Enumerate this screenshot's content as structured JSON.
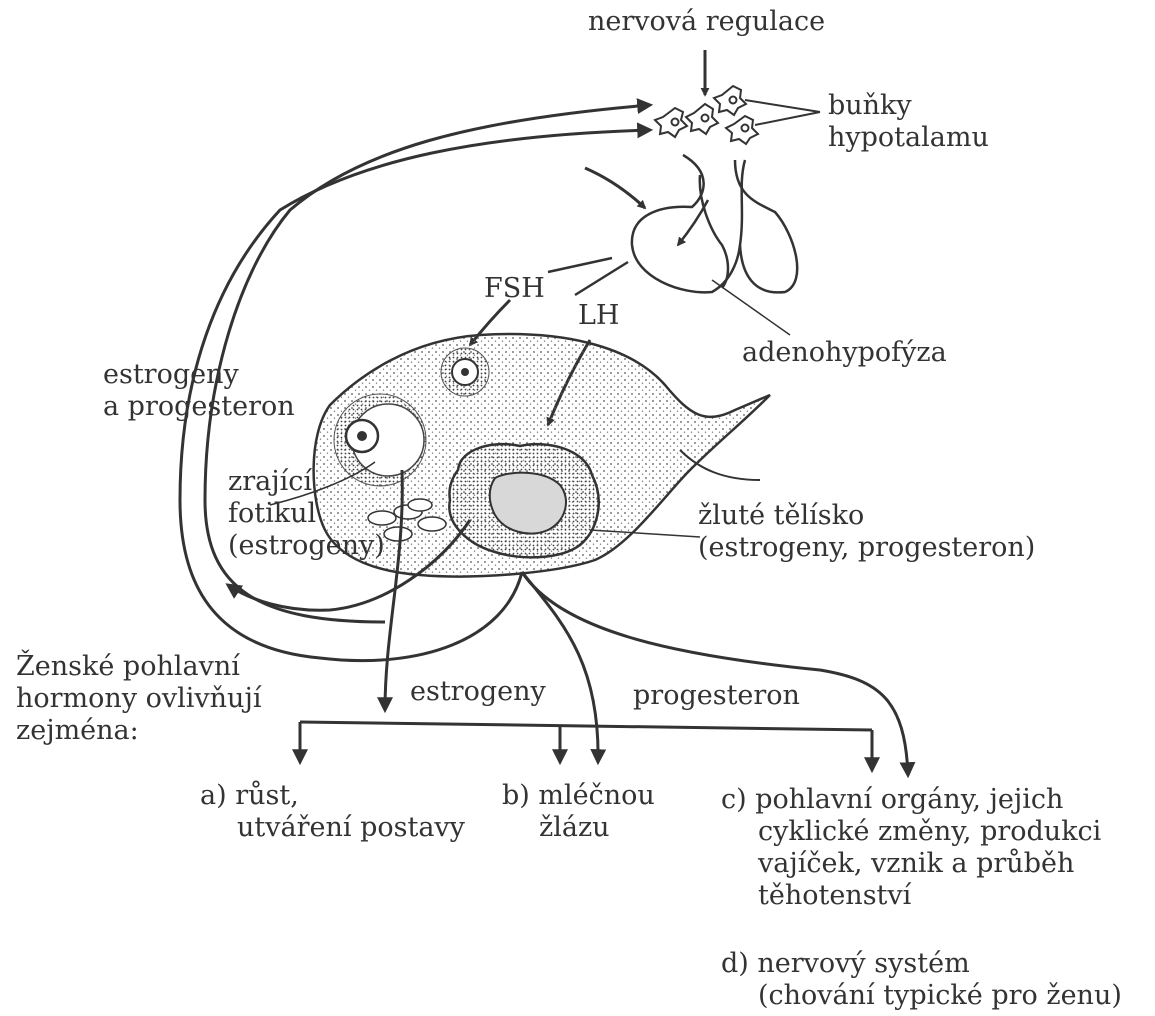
{
  "colors": {
    "ink": "#333333",
    "stipple": "#d9d9d9",
    "paper": "#ffffff"
  },
  "labels": {
    "nervova_regulace": "nervová regulace",
    "bunky_hypotalamu": [
      "buňky",
      "hypotalamu"
    ],
    "fsh": "FSH",
    "lh": "LH",
    "adenohypofyza": "adenohypofýza",
    "estrogeny_a_progesteron": [
      "estrogeny",
      "a progesteron"
    ],
    "zrajici_folikul": [
      "zrající",
      "fotikul",
      "(estrogeny)"
    ],
    "zlute_telisko": [
      "žluté tělísko",
      "(estrogeny, progesteron)"
    ],
    "intro": [
      "Ženské pohlavní",
      "hormony ovlivňují",
      "zejména:"
    ],
    "estrogeny": "estrogeny",
    "progesteron": "progesteron",
    "targets": {
      "a": [
        "a) růst,",
        "utváření postavy"
      ],
      "b": [
        "b) mléčnou",
        "žlázu"
      ],
      "c": [
        "c) pohlavní orgány, jejich",
        "cyklické změny, produkci",
        "vajíček, vznik a průběh",
        "těhotenství"
      ],
      "d": [
        "d) nervový systém",
        "(chování typické pro ženu)"
      ]
    }
  }
}
